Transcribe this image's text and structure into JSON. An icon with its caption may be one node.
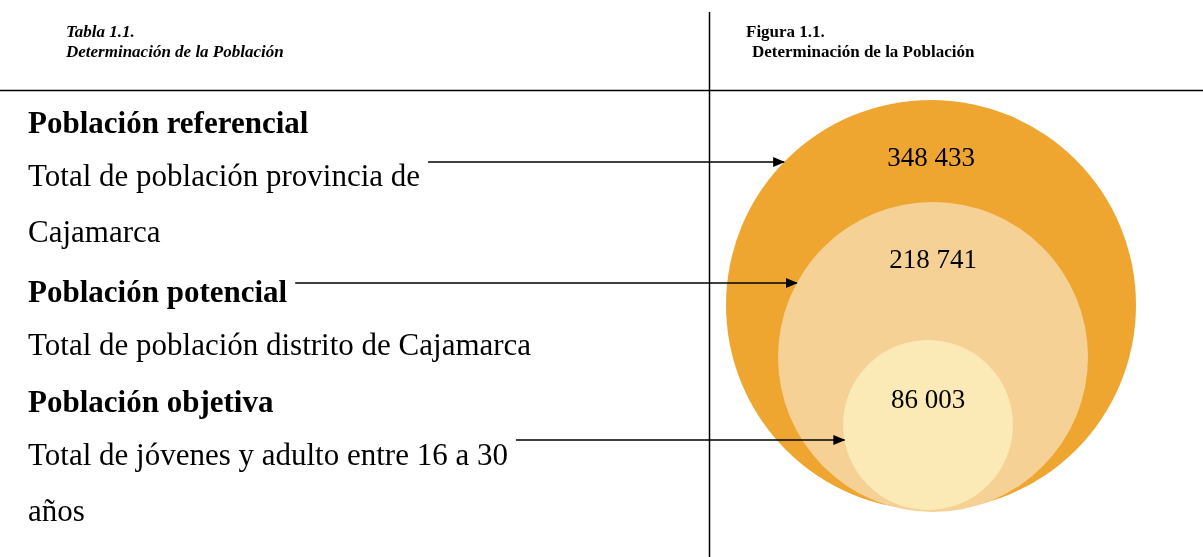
{
  "diagram": {
    "nodes": [
      {
        "text": [
          "Población referencial",
          "Total de población provincia de Cajamarca"
        ]
      },
      {
        "text": [
          "Población potencial",
          "Total de población distrito de Cajamarca"
        ]
      },
      {
        "text": [
          "Población objetiva",
          "Total de jóvenes y adulto entre 16 a 30 años"
        ]
      },
      {
        "text": [
          "348 433"
        ]
      },
      {
        "text": [
          "218 741"
        ],
        "in": 3
      },
      {
        "text": [
          "86 003"
        ],
        "in": 4
      }
    ],
    "edges": [
      {
        "from": 0,
        "to": 3,
        "arrow": "to"
      },
      {
        "from": 1,
        "to": 4,
        "arrow": "to"
      },
      {
        "from": 2,
        "to": 5,
        "arrow": "to"
      }
    ],
    "labels": [
      "Tabla 1.1.",
      "Determinación de la Población",
      "Figura 1.1.",
      "Determinación de la Población"
    ]
  }
}
